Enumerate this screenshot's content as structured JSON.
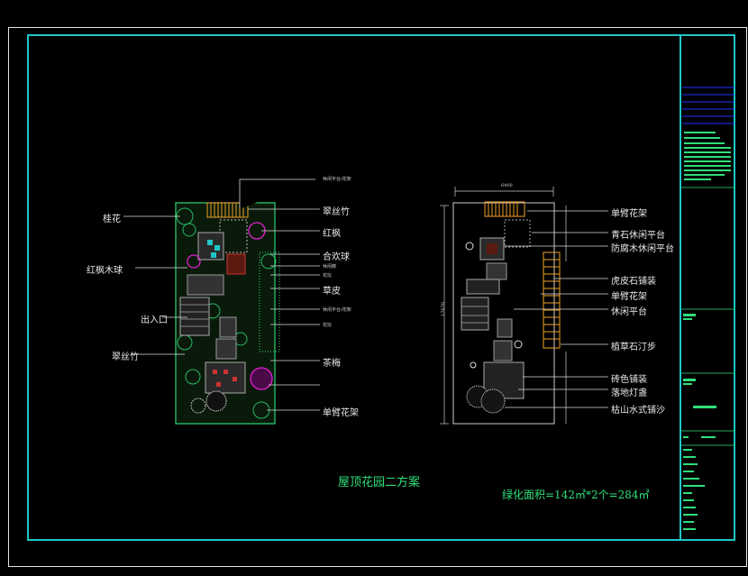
{
  "plan_a": {
    "labels_left": [
      "桂花",
      "红枫木球",
      "出入口",
      "翠丝竹"
    ],
    "labels_right_main": [
      "翠丝竹",
      "红枫",
      "合欢球",
      "草皮",
      "茶梅",
      "单臂花架"
    ],
    "labels_right_small": [
      "休闲平台/花架",
      "休闲廊",
      "花坛",
      "休闲平台/花架",
      "花坛"
    ]
  },
  "plan_b": {
    "labels": [
      "单臂花架",
      "青石休闲平台",
      "防腐木休闲平台",
      "虎皮石铺装",
      "单臂花架",
      "休闲平台",
      "植草石汀步",
      "砖色铺装",
      "落地灯盏",
      "枯山水式铺沙"
    ],
    "dimension_top": "6400",
    "dimension_left": "17670"
  },
  "captions": {
    "title": "屋顶花园二方案",
    "area": "绿化面积=142㎡*2个=284㎡"
  },
  "colors": {
    "frame": "#1fc7c9",
    "green": "#2fe07a",
    "magenta": "#e020d0",
    "orange": "#f0a028",
    "blue": "#2233ff"
  }
}
